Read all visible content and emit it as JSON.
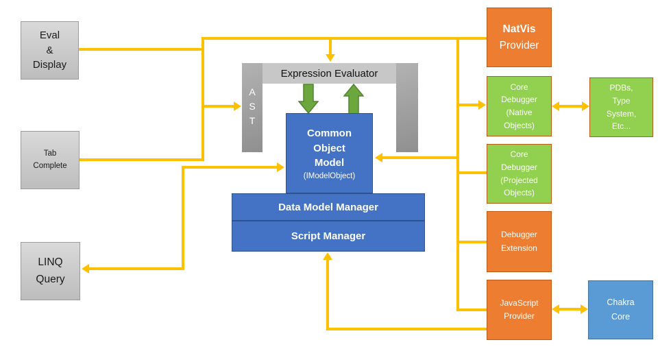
{
  "colors": {
    "connector": "#FFC000",
    "gray-fill-top": "#D9D9D9",
    "gray-fill-bottom": "#BDBDBD",
    "gray-border": "#9B9B9B",
    "blue": "#4472C4",
    "blue-border": "#2F528F",
    "lightblue": "#5B9BD5",
    "lightblue-border": "#41719C",
    "orange": "#ED7D31",
    "warm-border": "#BC5A15",
    "green": "#92D050",
    "green-arrow": "#6CA73E",
    "green-arrow-border": "#548235"
  },
  "nodes": {
    "eval_display": {
      "label": "Eval\n&\nDisplay"
    },
    "tab_complete": {
      "label": "Tab\nComplete"
    },
    "linq_query": {
      "label": "LINQ\nQuery"
    },
    "ast": {
      "label": "A\nS\nT"
    },
    "expression_evaluator": {
      "label": "Expression Evaluator"
    },
    "common_object_model": {
      "title": "Common\nObject\nModel",
      "subtitle": "(IModelObject)"
    },
    "data_model_manager": {
      "label": "Data Model Manager"
    },
    "script_manager": {
      "label": "Script Manager"
    },
    "natvis_provider": {
      "name": "NatVis",
      "role": "Provider"
    },
    "core_debugger_native": {
      "label": "Core\nDebugger\n(Native\nObjects)"
    },
    "pdbs_type_system": {
      "label": "PDBs,\nType\nSystem,\nEtc..."
    },
    "core_debugger_projected": {
      "label": "Core\nDebugger\n(Projected\nObjects)"
    },
    "debugger_extension": {
      "label": "Debugger\nExtension"
    },
    "javascript_provider": {
      "label": "JavaScript\nProvider"
    },
    "chakra_core": {
      "label": "Chakra\nCore"
    }
  }
}
